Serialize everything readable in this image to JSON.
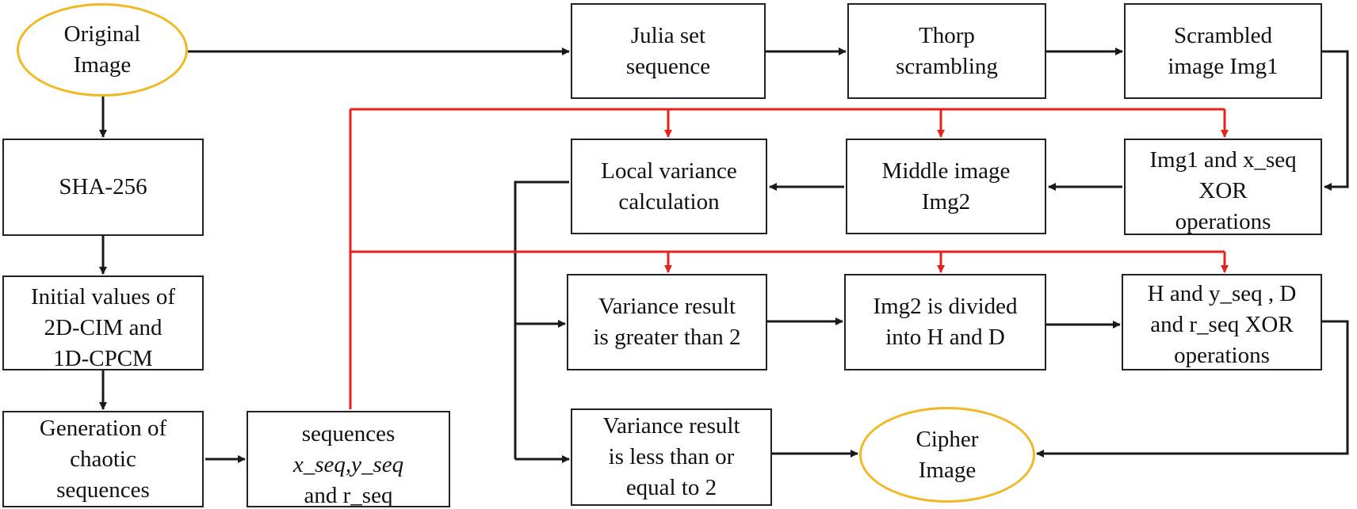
{
  "nodes": {
    "original": [
      "Original",
      "Image"
    ],
    "sha": [
      "SHA-256"
    ],
    "initial": [
      "Initial values of",
      "2D-CIM and",
      "1D-CPCM"
    ],
    "generation": [
      "Generation of",
      "chaotic",
      "sequences"
    ],
    "sequences": [
      "sequences",
      "x_seq,y_seq",
      "and r_seq"
    ],
    "julia": [
      "Julia set",
      "sequence"
    ],
    "thorp": [
      "Thorp",
      "scrambling"
    ],
    "scrambled": [
      "Scrambled",
      "image Img1"
    ],
    "xor1": [
      "Img1 and x_seq",
      "XOR",
      "operations"
    ],
    "middle": [
      "Middle image",
      "Img2"
    ],
    "local": [
      "Local variance",
      "calculation"
    ],
    "greater": [
      "Variance result",
      "is greater than 2"
    ],
    "divided": [
      "Img2 is divided",
      "into H and D"
    ],
    "xor2": [
      "H and y_seq , D",
      "and r_seq XOR",
      "operations"
    ],
    "less": [
      "Variance result",
      "is less than or",
      "equal to 2"
    ],
    "cipher": [
      "Cipher",
      "Image"
    ]
  },
  "colors": {
    "box_border": "#222222",
    "ellipse_border": "#f2b824",
    "arrow_black": "#1a1a1a",
    "arrow_red": "#e8201a"
  }
}
